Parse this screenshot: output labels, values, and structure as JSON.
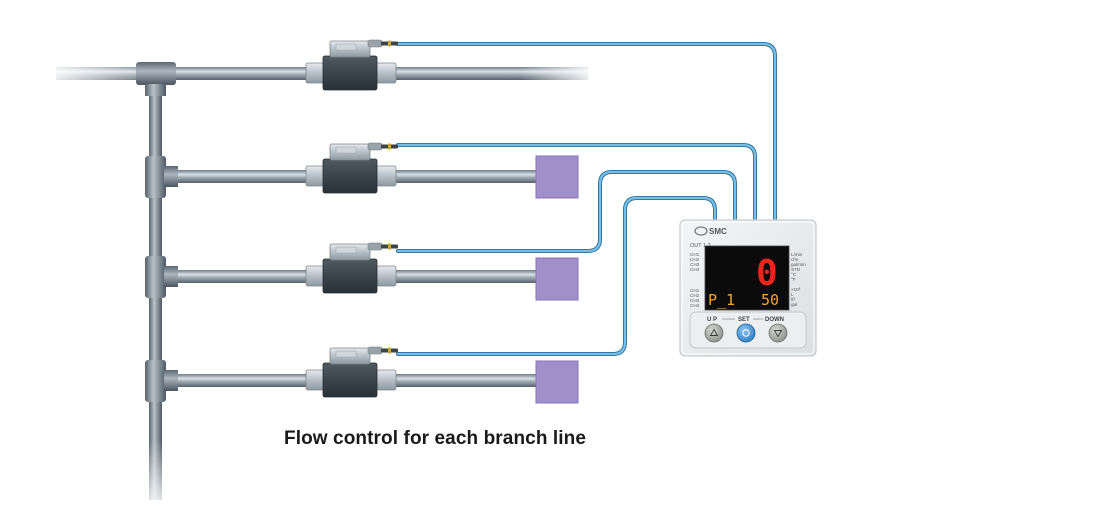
{
  "caption": "Flow control for each branch line",
  "monitor": {
    "brand": "SMC",
    "out_label": "OUT 1 2",
    "channels_top": [
      "CH1",
      "CH2",
      "CH3",
      "CH4"
    ],
    "channels_bottom": [
      "CH1",
      "CH2",
      "CH3",
      "CH4"
    ],
    "units_top": [
      "L/min",
      "cfm",
      "gal/min",
      "STD",
      "°C",
      "°F"
    ],
    "units_bottom": [
      "×10³",
      "L",
      "ft³",
      "gal"
    ],
    "main_reading": "0",
    "sub_left": "P_1",
    "sub_right": "50",
    "buttons": {
      "up": "U P",
      "set": "SET",
      "down": "DOWN"
    }
  },
  "colors": {
    "cable": "#5ba9d6",
    "load": "#9f8fca",
    "segment": "#e8261c",
    "set_button": "#2f7fc7"
  }
}
